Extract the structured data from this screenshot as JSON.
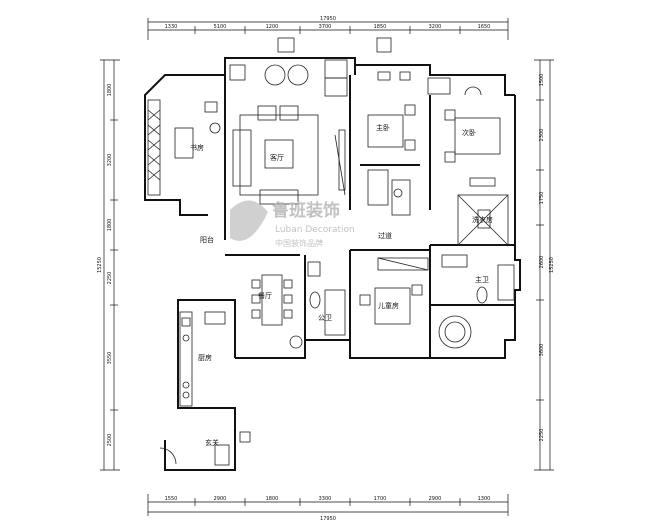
{
  "plan": {
    "overall_top": "17950",
    "overall_bottom": "17950",
    "overall_left": "15250",
    "overall_right": "15250",
    "top_dims": [
      "1330",
      "5100",
      "1200",
      "3700",
      "1850",
      "3200",
      "1650"
    ],
    "bottom_dims": [
      "1550",
      "2900",
      "1800",
      "3300",
      "1700",
      "2900",
      "1300"
    ],
    "left_dims": [
      "1800",
      "3200",
      "1800",
      "2250",
      "3550",
      "2500"
    ],
    "right_dims": [
      "1500",
      "2300",
      "1750",
      "2600",
      "3600",
      "2250"
    ],
    "rooms": {
      "study": "书房",
      "living": "客厅",
      "dining": "餐厅",
      "kitchen": "厨房",
      "master_bed": "主卧",
      "second_bed": "次卧",
      "kids_room": "儿童房",
      "guest_bath": "公卫",
      "master_bath": "主卫",
      "balcony": "阳台",
      "entrance": "玄关",
      "corridor": "过道",
      "laundry": "洗衣房"
    },
    "watermark": {
      "brand": "鲁班装饰",
      "subtitle": "Luban Decoration",
      "tagline": "中国装饰品牌"
    }
  }
}
